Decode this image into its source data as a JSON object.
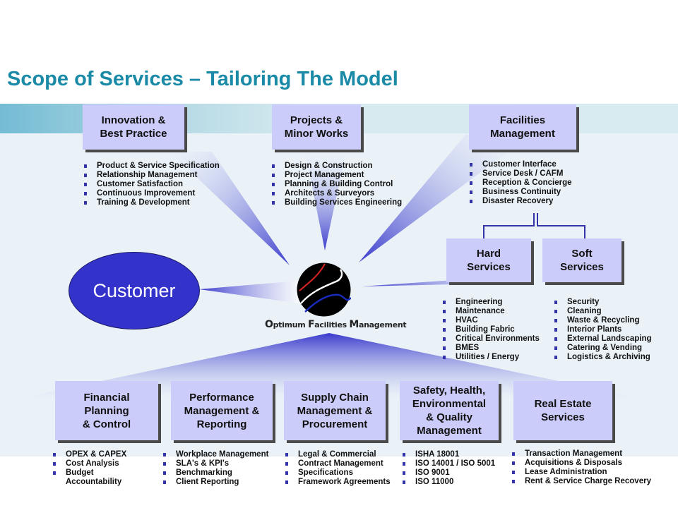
{
  "title": "Scope of Services – Tailoring The Model",
  "customer": "Customer",
  "logo": {
    "words": [
      {
        "cap": "O",
        "rest": "ptimum"
      },
      {
        "cap": "F",
        "rest": "acilities"
      },
      {
        "cap": "M",
        "rest": "anagement"
      }
    ]
  },
  "top_boxes": [
    {
      "label": "Innovation &\nBest Practice",
      "items": [
        "Product & Service Specification",
        "Relationship Management",
        "Customer Satisfaction",
        "Continuous Improvement",
        "Training & Development"
      ]
    },
    {
      "label": "Projects &\nMinor Works",
      "items": [
        "Design & Construction",
        "Project Management",
        "Planning & Building Control",
        "Architects & Surveyors",
        "Building Services Engineering"
      ]
    },
    {
      "label": "Facilities\nManagement",
      "items": [
        "Customer Interface",
        "Service Desk / CAFM",
        "Reception & Concierge",
        "Business Continuity",
        "Disaster Recovery"
      ]
    }
  ],
  "fm_sub_boxes": [
    {
      "label": "Hard\nServices",
      "items": [
        "Engineering",
        "Maintenance",
        "HVAC",
        "Building Fabric",
        "Critical Environments",
        "BMES",
        "Utilities / Energy"
      ]
    },
    {
      "label": "Soft\nServices",
      "items": [
        "Security",
        "Cleaning",
        "Waste & Recycling",
        "Interior Plants",
        "External Landscaping",
        "Catering & Vending",
        "Logistics & Archiving"
      ]
    }
  ],
  "bottom_boxes": [
    {
      "label": "Financial\nPlanning\n& Control",
      "items": [
        "OPEX & CAPEX",
        "Cost Analysis",
        "Budget",
        "Accountability"
      ]
    },
    {
      "label": "Performance\nManagement &\nReporting",
      "items": [
        "Workplace Management",
        "SLA's & KPI's",
        "Benchmarking",
        "Client Reporting"
      ]
    },
    {
      "label": "Supply Chain\nManagement &\nProcurement",
      "items": [
        "Legal & Commercial",
        "Contract Management",
        "Specifications",
        "Framework Agreements"
      ]
    },
    {
      "label": "Safety, Health,\nEnvironmental\n& Quality\nManagement",
      "items": [
        "ISHA 18001",
        "ISO 14001 / ISO 5001",
        "ISO 9001",
        "ISO 11000"
      ]
    },
    {
      "label": "Real Estate\nServices",
      "items": [
        "Transaction Management",
        "Acquisitions & Disposals",
        "Lease Administration",
        "Rent & Service Charge Recovery"
      ]
    }
  ],
  "colors": {
    "title": "#1a8aa6",
    "box_fill": "#ccccfa",
    "customer_fill": "#3333cc",
    "ray": "#3a3acc",
    "bullet": "#3333aa",
    "connector": "#3333aa"
  }
}
